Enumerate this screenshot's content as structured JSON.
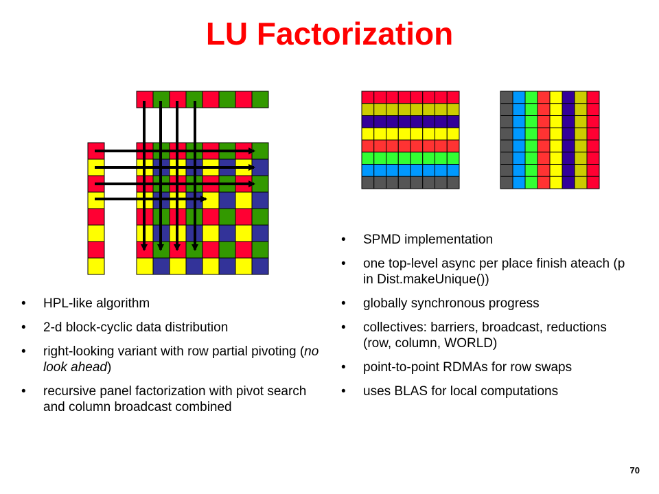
{
  "title": "LU Factorization",
  "colors": {
    "title": "#ff0000",
    "red": "#ff0033",
    "green": "#339900",
    "yellow": "#ffff00",
    "blue": "#333399",
    "olive": "#cccc00",
    "navy": "#330099",
    "salmon": "#ff3333",
    "lime": "#33ff33",
    "sky": "#0099ff",
    "gray": "#555555"
  },
  "left_bullets": [
    {
      "text": "HPL-like algorithm"
    },
    {
      "text": "2-d block-cyclic data distribution"
    },
    {
      "text": "right-looking variant with row partial pivoting (",
      "emph": "no look ahead",
      "after": ")"
    },
    {
      "text": "recursive panel factorization with pivot search and column broadcast combined"
    }
  ],
  "right_bullets": [
    {
      "text": "SPMD implementation"
    },
    {
      "text": "one top-level async per place finish ateach (p in Dist.makeUnique())"
    },
    {
      "text": "globally synchronous progress"
    },
    {
      "text": "collectives: barriers, broadcast, reductions (row, column, WORLD)"
    },
    {
      "text": "point-to-point RDMAs for row swaps"
    },
    {
      "text": "uses BLAS for local computations"
    }
  ],
  "bullet_symbol": "•",
  "page_number": "70"
}
